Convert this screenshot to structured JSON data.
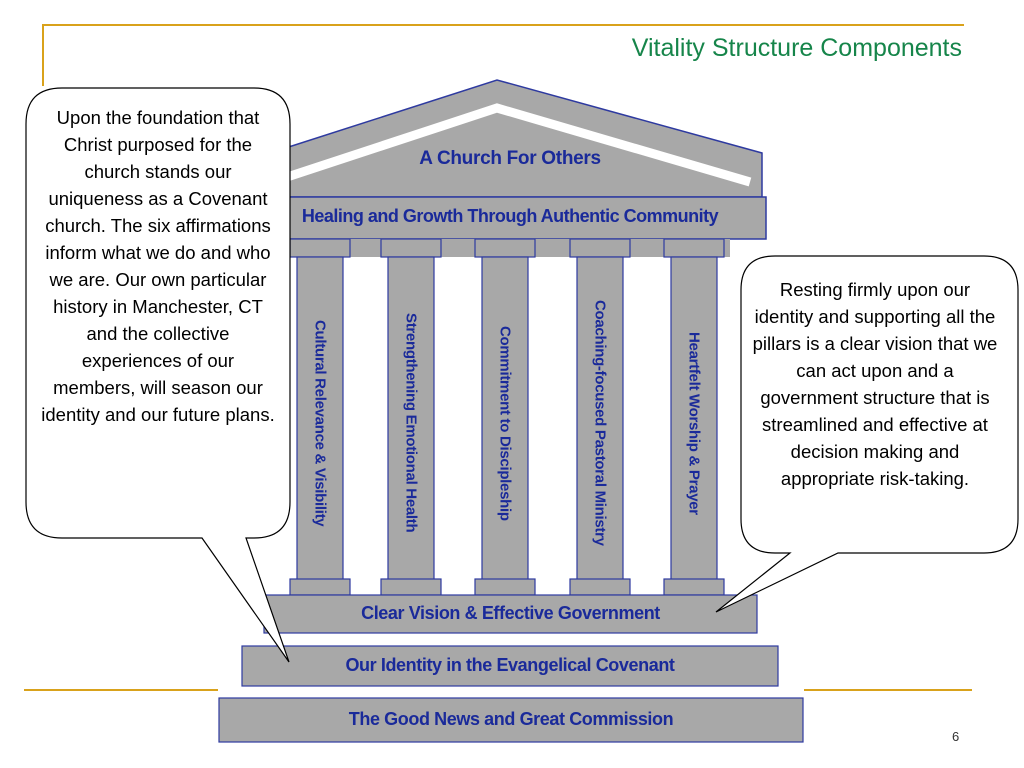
{
  "slide": {
    "title": "Vitality Structure Components",
    "page_number": "6"
  },
  "temple": {
    "roof_title": "A Church For Others",
    "frieze": "Healing and Growth Through Authentic Community",
    "pillars": [
      "Cultural Relevance & Visibility",
      "Strengthening Emotional Health",
      "Commitment to Discipleship",
      "Coaching-focused Pastoral Ministry",
      "Heartfelt Worship & Prayer"
    ],
    "steps": [
      "Clear Vision & Effective Government",
      "Our Identity in the Evangelical Covenant",
      "The Good News and Great Commission"
    ]
  },
  "callouts": {
    "left": "Upon the foundation that Christ purposed for the church stands our uniqueness as a Covenant church. The six affirmations inform what we do and who we are.  Our own particular history in Manchester, CT and the collective experiences of our members, will season our identity and our future plans.",
    "right": "Resting firmly upon our identity and supporting all the pillars is a clear vision that we can act upon and a government structure that is streamlined and effective at decision making and appropriate risk-taking."
  },
  "colors": {
    "accent_line": "#d9a21b",
    "title": "#16854a",
    "temple_fill": "#a8a8a8",
    "temple_border": "#2e3aa0",
    "temple_text": "#1a2a9a"
  }
}
